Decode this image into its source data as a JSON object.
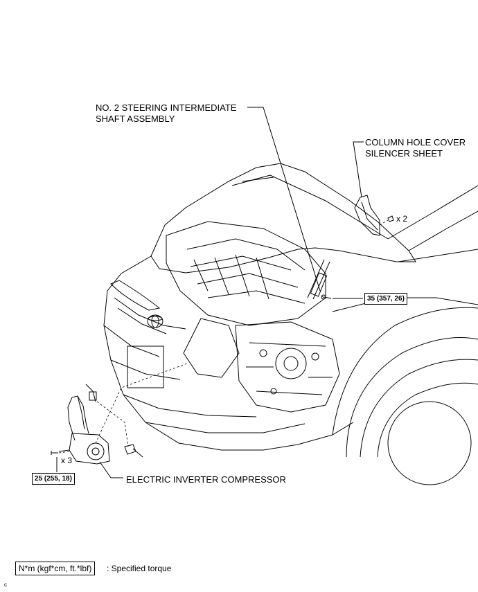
{
  "labels": {
    "steering_shaft": [
      "NO. 2 STEERING INTERMEDIATE",
      "SHAFT ASSEMBLY"
    ],
    "column_cover": [
      "COLUMN HOLE COVER",
      "SILENCER SHEET"
    ],
    "compressor": "ELECTRIC INVERTER COMPRESSOR"
  },
  "quantities": {
    "clips": "x 2",
    "bolts": "x 3"
  },
  "torques": {
    "shaft_bolt": "35 (357, 26)",
    "compressor_bolt": "25 (255, 18)"
  },
  "legend": {
    "unit_box": "N*m (kgf*cm, ft.*lbf)",
    "description": ": Specified torque"
  },
  "figure_code": "c"
}
